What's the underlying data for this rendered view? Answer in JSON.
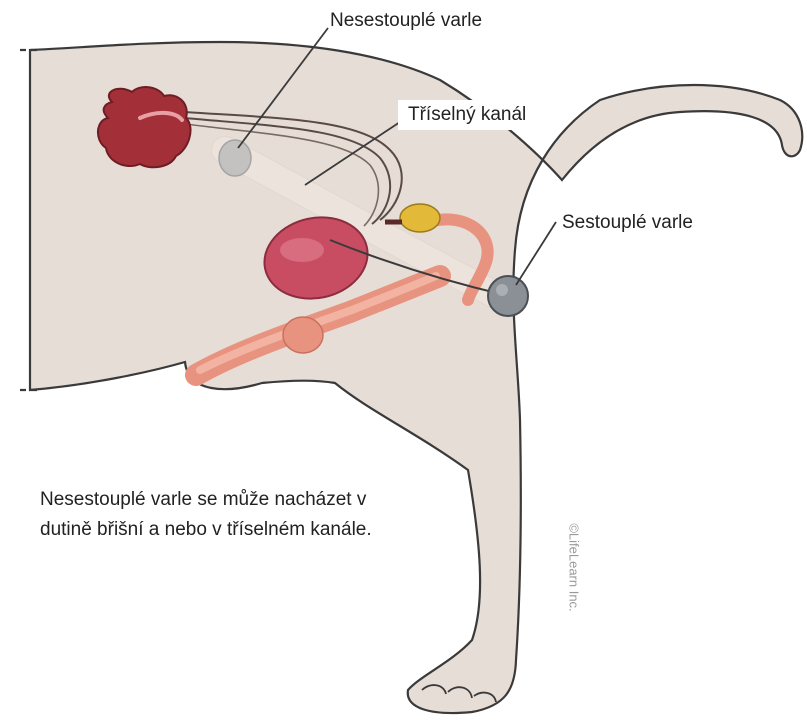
{
  "labels": {
    "undescended_testis": "Nesestouplé varle",
    "inguinal_canal": "Tříselný kanál",
    "descended_testis": "Sestouplé varle"
  },
  "caption": "Nesestouplé varle se může nacházet v dutině břišní a nebo v tříselném kanále.",
  "copyright": "©LifeLearn Inc.",
  "colors": {
    "body_fill": "#e6ddd6",
    "body_outline": "#3a3a3a",
    "kidney": "#a33038",
    "bladder": "#c94d62",
    "penis": "#e8937f",
    "testis_gray": "#8a9096",
    "epididymis_yellow": "#e3b93a"
  }
}
